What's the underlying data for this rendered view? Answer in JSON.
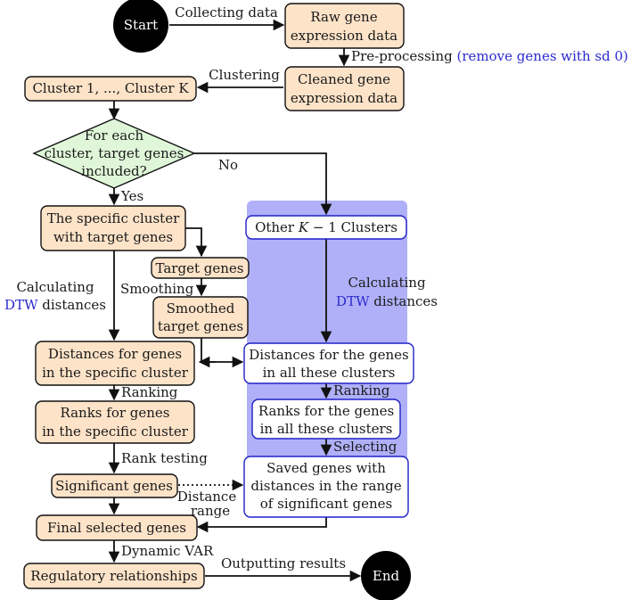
{
  "nodes": {
    "start": "Start",
    "end": "End",
    "raw": [
      "Raw gene",
      "expression data"
    ],
    "cleaned": [
      "Cleaned gene",
      "expression data"
    ],
    "clusters": "Cluster 1, ..., Cluster K",
    "decision": [
      "For each",
      "cluster, target genes",
      "included?"
    ],
    "specific_cluster": [
      "The specific cluster",
      "with target genes"
    ],
    "other_clusters": {
      "prefix": "Other ",
      "math": "K",
      "suffix": " − 1 Clusters"
    },
    "target_genes": "Target genes",
    "smoothed": [
      "Smoothed",
      "target genes"
    ],
    "dist_specific": [
      "Distances for genes",
      "in the specific cluster"
    ],
    "dist_all": [
      "Distances for the genes",
      "in all these clusters"
    ],
    "ranks_specific": [
      "Ranks for genes",
      "in the specific cluster"
    ],
    "ranks_all": [
      "Ranks for the genes",
      "in all these clusters"
    ],
    "significant": "Significant genes",
    "saved": [
      "Saved genes with",
      "distances in the range",
      "of significant genes"
    ],
    "final": "Final selected genes",
    "regulatory": "Regulatory relationships"
  },
  "edges": {
    "collecting": "Collecting data",
    "preprocessing": "Pre-processing",
    "preprocessing_note": "(remove genes with sd 0)",
    "clustering": "Clustering",
    "no": "No",
    "yes": "Yes",
    "smoothing": "Smoothing",
    "calc_left": [
      "Calculating",
      "DTW",
      " distances"
    ],
    "calc_right": [
      "Calculating",
      "DTW",
      " distances"
    ],
    "ranking_left": "Ranking",
    "ranking_right": "Ranking",
    "selecting": "Selecting",
    "rank_testing": "Rank testing",
    "distance_range": [
      "Distance",
      "range"
    ],
    "dynamic_var": "Dynamic VAR",
    "outputting": "Outputting results"
  },
  "colors": {
    "process_fill": "#fde3c8",
    "decision_fill": "#dff7d8",
    "highlight_region": "#b0b0f8",
    "highlight_border": "#2020c8",
    "accent_text": "#2a2acf",
    "terminal": "#000000"
  }
}
